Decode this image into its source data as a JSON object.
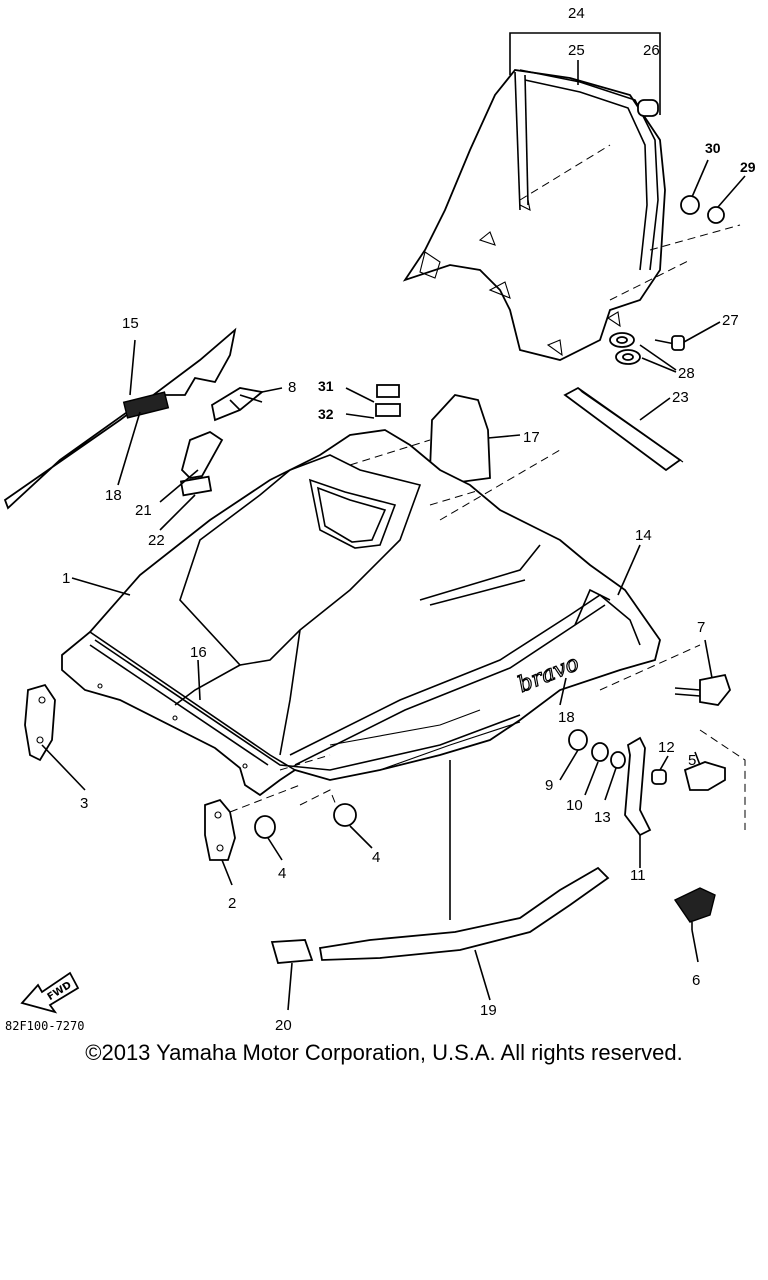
{
  "diagram": {
    "code": "82F100-7270",
    "fwd_label": "FWD",
    "logo_text": "bravo",
    "callouts": [
      {
        "id": "c1",
        "text": "1"
      },
      {
        "id": "c2",
        "text": "2"
      },
      {
        "id": "c3",
        "text": "3"
      },
      {
        "id": "c4a",
        "text": "4"
      },
      {
        "id": "c4b",
        "text": "4"
      },
      {
        "id": "c5",
        "text": "5"
      },
      {
        "id": "c6",
        "text": "6"
      },
      {
        "id": "c7",
        "text": "7"
      },
      {
        "id": "c8",
        "text": "8"
      },
      {
        "id": "c9",
        "text": "9"
      },
      {
        "id": "c10",
        "text": "10"
      },
      {
        "id": "c11",
        "text": "11"
      },
      {
        "id": "c12",
        "text": "12"
      },
      {
        "id": "c13",
        "text": "13"
      },
      {
        "id": "c14",
        "text": "14"
      },
      {
        "id": "c15",
        "text": "15"
      },
      {
        "id": "c16",
        "text": "16"
      },
      {
        "id": "c17",
        "text": "17"
      },
      {
        "id": "c18a",
        "text": "18"
      },
      {
        "id": "c18b",
        "text": "18"
      },
      {
        "id": "c19",
        "text": "19"
      },
      {
        "id": "c20",
        "text": "20"
      },
      {
        "id": "c21",
        "text": "21"
      },
      {
        "id": "c22",
        "text": "22"
      },
      {
        "id": "c23",
        "text": "23"
      },
      {
        "id": "c24",
        "text": "24"
      },
      {
        "id": "c25",
        "text": "25"
      },
      {
        "id": "c26",
        "text": "26"
      },
      {
        "id": "c27",
        "text": "27"
      },
      {
        "id": "c28",
        "text": "28"
      },
      {
        "id": "c29",
        "text": "29"
      },
      {
        "id": "c30",
        "text": "30"
      },
      {
        "id": "c31",
        "text": "31"
      },
      {
        "id": "c32",
        "text": "32"
      }
    ]
  },
  "footer": {
    "copyright": "©2013 Yamaha Motor Corporation, U.S.A. All rights reserved."
  }
}
